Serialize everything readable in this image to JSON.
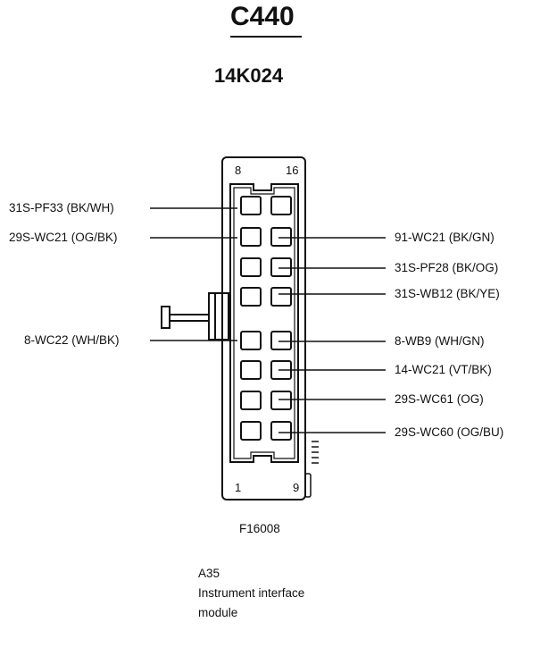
{
  "connector": {
    "title": "C440",
    "part_number": "14K024",
    "pin_labels": {
      "top_left": "8",
      "top_right": "16",
      "bottom_left": "1",
      "bottom_right": "9"
    }
  },
  "wires": {
    "left": [
      {
        "label": "31S-PF33 (BK/WH)"
      },
      {
        "label": "29S-WC21 (OG/BK)"
      },
      {
        "label": "8-WC22 (WH/BK)"
      }
    ],
    "right": [
      {
        "label": "91-WC21 (BK/GN)"
      },
      {
        "label": "31S-PF28 (BK/OG)"
      },
      {
        "label": "31S-WB12 (BK/YE)"
      },
      {
        "label": "8-WB9 (WH/GN)"
      },
      {
        "label": "14-WC21 (VT/BK)"
      },
      {
        "label": "29S-WC61 (OG)"
      },
      {
        "label": "29S-WC60 (OG/BU)"
      }
    ]
  },
  "figure_id": "F16008",
  "caption": {
    "code": "A35",
    "line1": "Instrument interface",
    "line2": "module"
  }
}
